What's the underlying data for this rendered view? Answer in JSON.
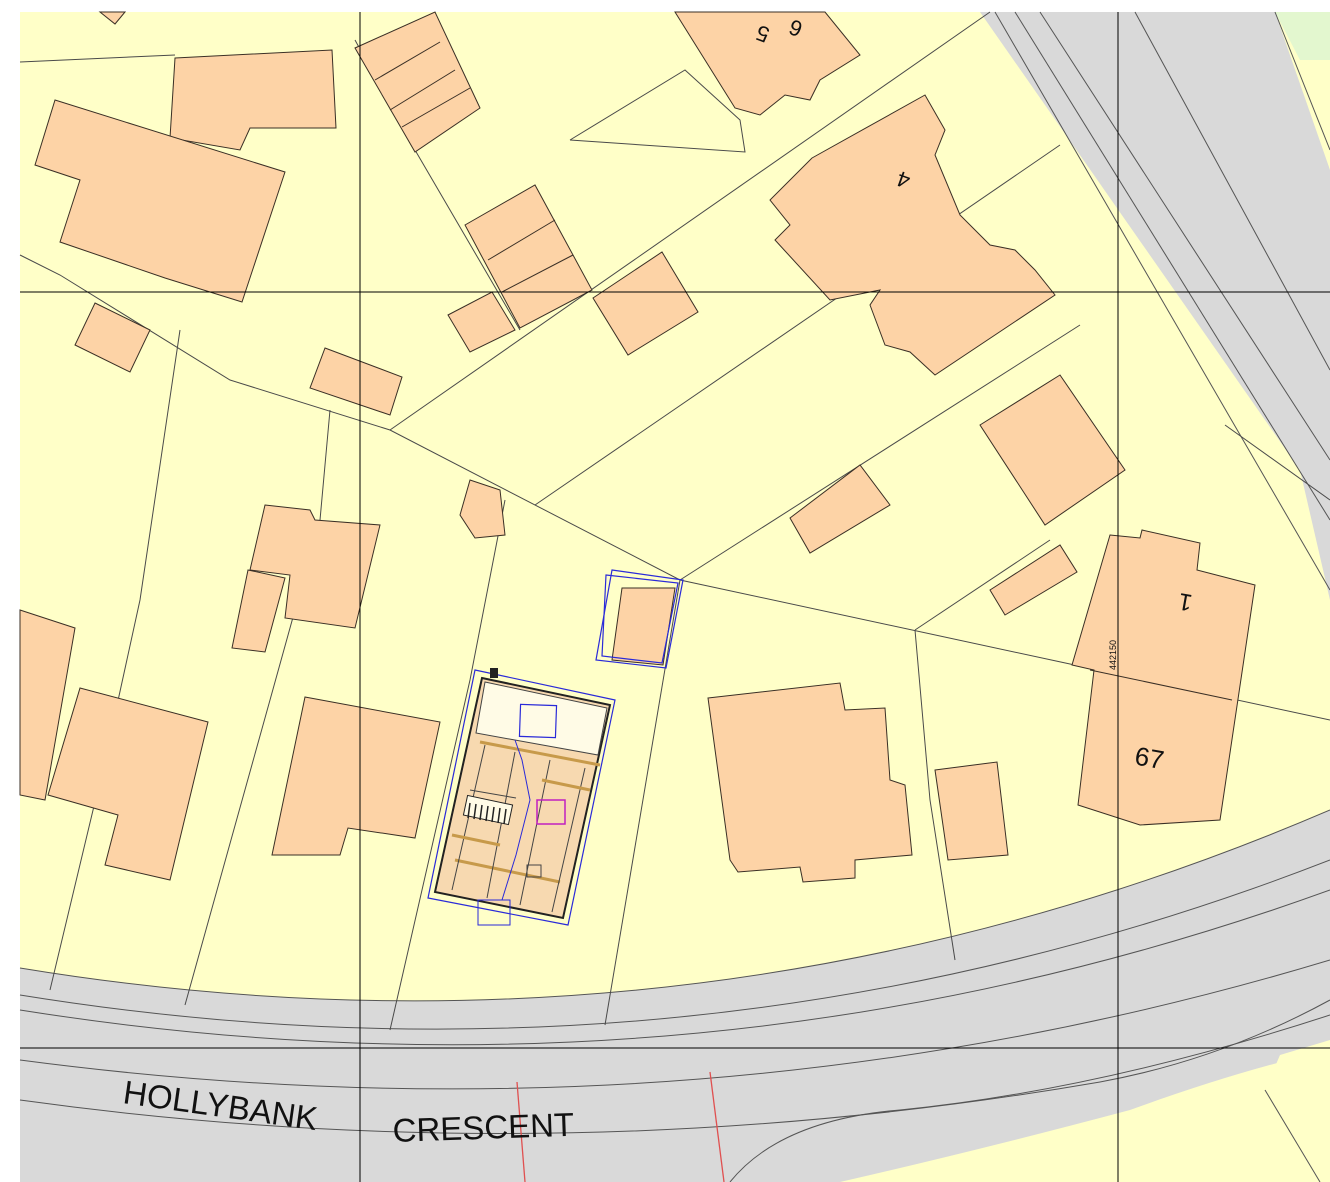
{
  "map": {
    "street_label_1": "HOLLYBANK",
    "street_label_2": "CRESCENT",
    "house_numbers": {
      "n5": "5",
      "n6": "6",
      "n4": "4",
      "n1": "1",
      "n67": "67"
    },
    "grid_reference": "442150",
    "colors": {
      "land": "#ffffc8",
      "road": "#d9d9d9",
      "building": "#fdd3a6",
      "park": "#e3f7cf",
      "proposed": "#2a2ad8",
      "boundary_red": "#e05050"
    }
  }
}
